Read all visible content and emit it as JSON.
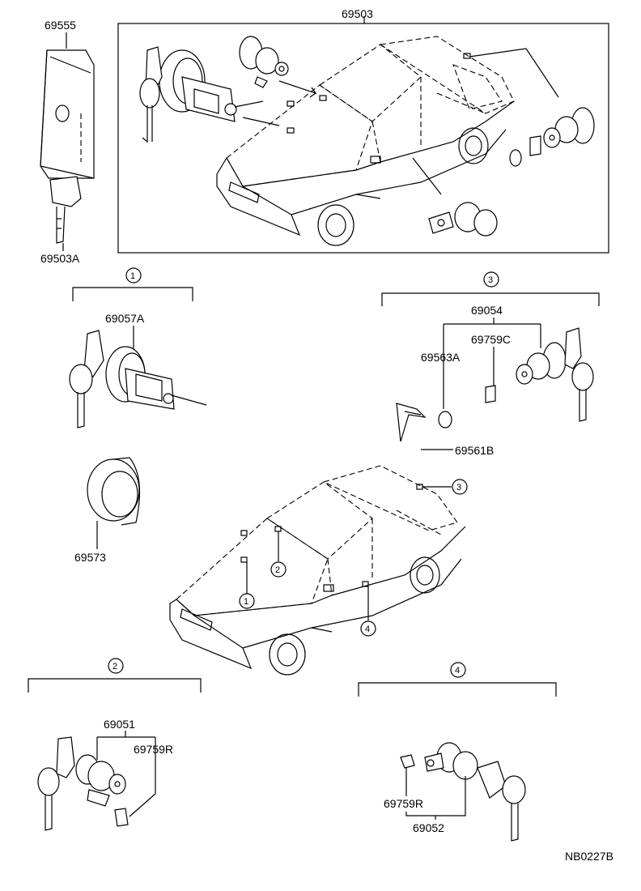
{
  "part_labels": {
    "p69555": "69555",
    "p69503": "69503",
    "p69503A": "69503A",
    "p69057A": "69057A",
    "p69054": "69054",
    "p69759C": "69759C",
    "p69563A": "69563A",
    "p69561B": "69561B",
    "p69573": "69573",
    "p69051": "69051",
    "p69759R_left": "69759R",
    "p69759R_right": "69759R",
    "p69052": "69052"
  },
  "group_markers": {
    "g1": "1",
    "g2": "2",
    "g3": "3",
    "g4": "4"
  },
  "callout_markers": {
    "c1": "1",
    "c2": "2",
    "c3": "3",
    "c4": "4"
  },
  "drawing_code": "NB0227B"
}
